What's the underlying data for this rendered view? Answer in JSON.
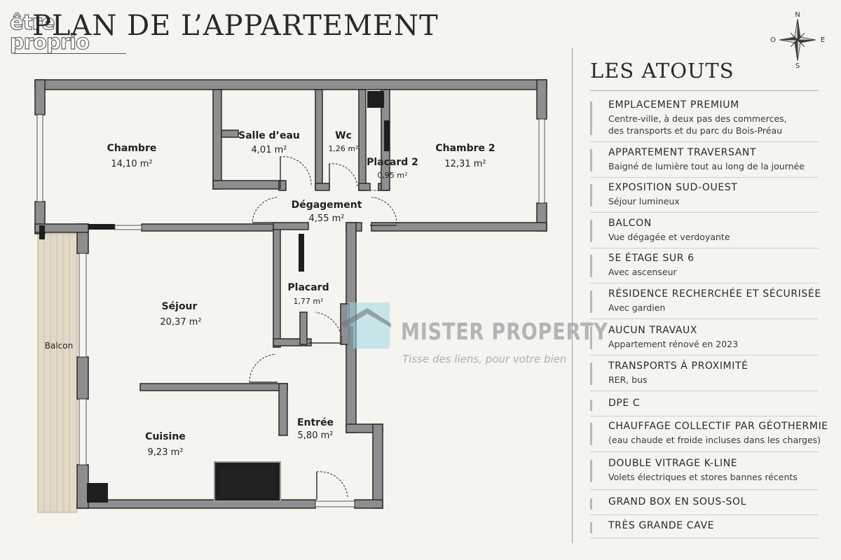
{
  "page_title": "PLAN DE L’APPARTEMENT",
  "logo_text": [
    "être",
    "proprio"
  ],
  "compass": {
    "n": "N",
    "s": "S",
    "e": "E",
    "w": "O"
  },
  "rooms": [
    {
      "id": "chambre",
      "name": "Chambre",
      "area": "14,10 m²"
    },
    {
      "id": "salle-deau",
      "name": "Salle d’eau",
      "area": "4,01 m²"
    },
    {
      "id": "wc",
      "name": "Wc",
      "area": "1,26 m²"
    },
    {
      "id": "placard2",
      "name": "Placard 2",
      "area": "0,95 m²"
    },
    {
      "id": "chambre2",
      "name": "Chambre 2",
      "area": "12,31 m²"
    },
    {
      "id": "degagement",
      "name": "Dégagement",
      "area": "4,55 m²"
    },
    {
      "id": "placard",
      "name": "Placard",
      "area": "1,77 m²"
    },
    {
      "id": "sejour",
      "name": "Séjour",
      "area": "20,37 m²"
    },
    {
      "id": "cuisine",
      "name": "Cuisine",
      "area": "9,23 m²"
    },
    {
      "id": "entree",
      "name": "Entrée",
      "area": "5,80 m²"
    },
    {
      "id": "balcon",
      "name": "Balcon",
      "area": ""
    }
  ],
  "watermark": {
    "name": "MISTER PROPERTY",
    "tagline": "Tisse des liens, pour votre bien"
  },
  "atouts": {
    "title": "LES ATOUTS",
    "items": [
      {
        "title": "EMPLACEMENT PREMIUM",
        "lines": [
          "Centre-ville, à deux pas des commerces,",
          "des transports et du parc du Bois-Préau"
        ]
      },
      {
        "title": "APPARTEMENT TRAVERSANT",
        "lines": [
          "Baigné de lumière tout au long de la journée"
        ]
      },
      {
        "title": "EXPOSITION SUD-OUEST",
        "lines": [
          "Séjour lumineux"
        ]
      },
      {
        "title": "BALCON",
        "lines": [
          "Vue dégagée et verdoyante"
        ]
      },
      {
        "title": "5E ÉTAGE SUR 6",
        "lines": [
          "Avec ascenseur"
        ]
      },
      {
        "title": "RÉSIDENCE RECHERCHÉE ET SÉCURISÉE",
        "lines": [
          "Avec gardien"
        ]
      },
      {
        "title": "AUCUN TRAVAUX",
        "lines": [
          "Appartement rénové en 2023"
        ]
      },
      {
        "title": "TRANSPORTS À PROXIMITÉ",
        "lines": [
          "RER, bus"
        ]
      },
      {
        "title": "DPE C",
        "lines": []
      },
      {
        "title": "CHAUFFAGE COLLECTIF PAR GÉOTHERMIE",
        "lines": [
          "(eau chaude et froide incluses dans les charges)"
        ]
      },
      {
        "title": "DOUBLE VITRAGE K-LINE",
        "lines": [
          "Volets électriques et stores bannes récents"
        ]
      },
      {
        "title": "GRAND BOX EN SOUS-SOL",
        "lines": []
      },
      {
        "title": "TRÈS GRANDE CAVE",
        "lines": []
      }
    ]
  }
}
